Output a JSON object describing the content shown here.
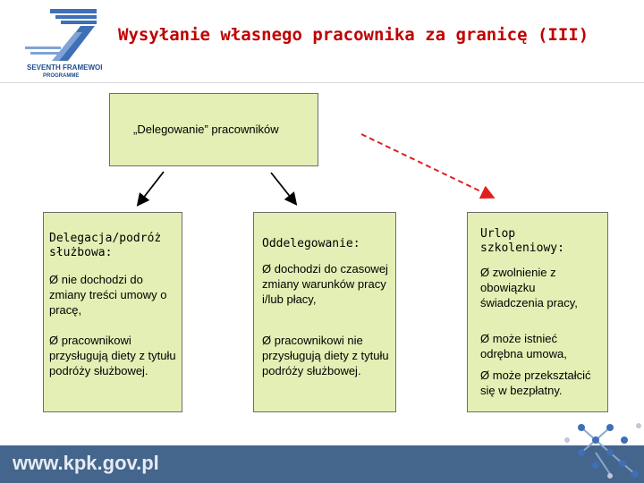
{
  "header": {
    "title": "Wysyłanie własnego pracownika za granicę (III)",
    "logo_text_line1": "SEVENTH FRAMEWORK",
    "logo_text_line2": "PROGRAMME",
    "logo_glyph": "7"
  },
  "top_box": {
    "label": "„Delegowanie” pracowników"
  },
  "boxes": [
    {
      "heading": "Delegacja/podróż służbowa:",
      "bullet1": "nie dochodzi do zmiany treści umowy o pracę,",
      "bullet2": "pracownikowi przysługują diety z tytułu podróży służbowej."
    },
    {
      "heading": "Oddelegowanie:",
      "bullet1": "dochodzi do czasowej zmiany warunków pracy i/lub płacy,",
      "bullet2": "pracownikowi nie przysługują diety z tytułu podróży służbowej."
    },
    {
      "heading": "Urlop szkoleniowy:",
      "bullet1": "zwolnienie z obowiązku świadczenia pracy,",
      "bullet2": "może istnieć odrębna umowa,",
      "bullet3": "może przekształcić się w bezpłatny."
    }
  ],
  "bullet_glyph": "Ø",
  "footer": {
    "url": "www.kpk.gov.pl"
  },
  "colors": {
    "title": "#c00000",
    "box_fill": "#e3efb4",
    "dashed_arrow": "#e02020",
    "footer_bg": "#44658c"
  }
}
